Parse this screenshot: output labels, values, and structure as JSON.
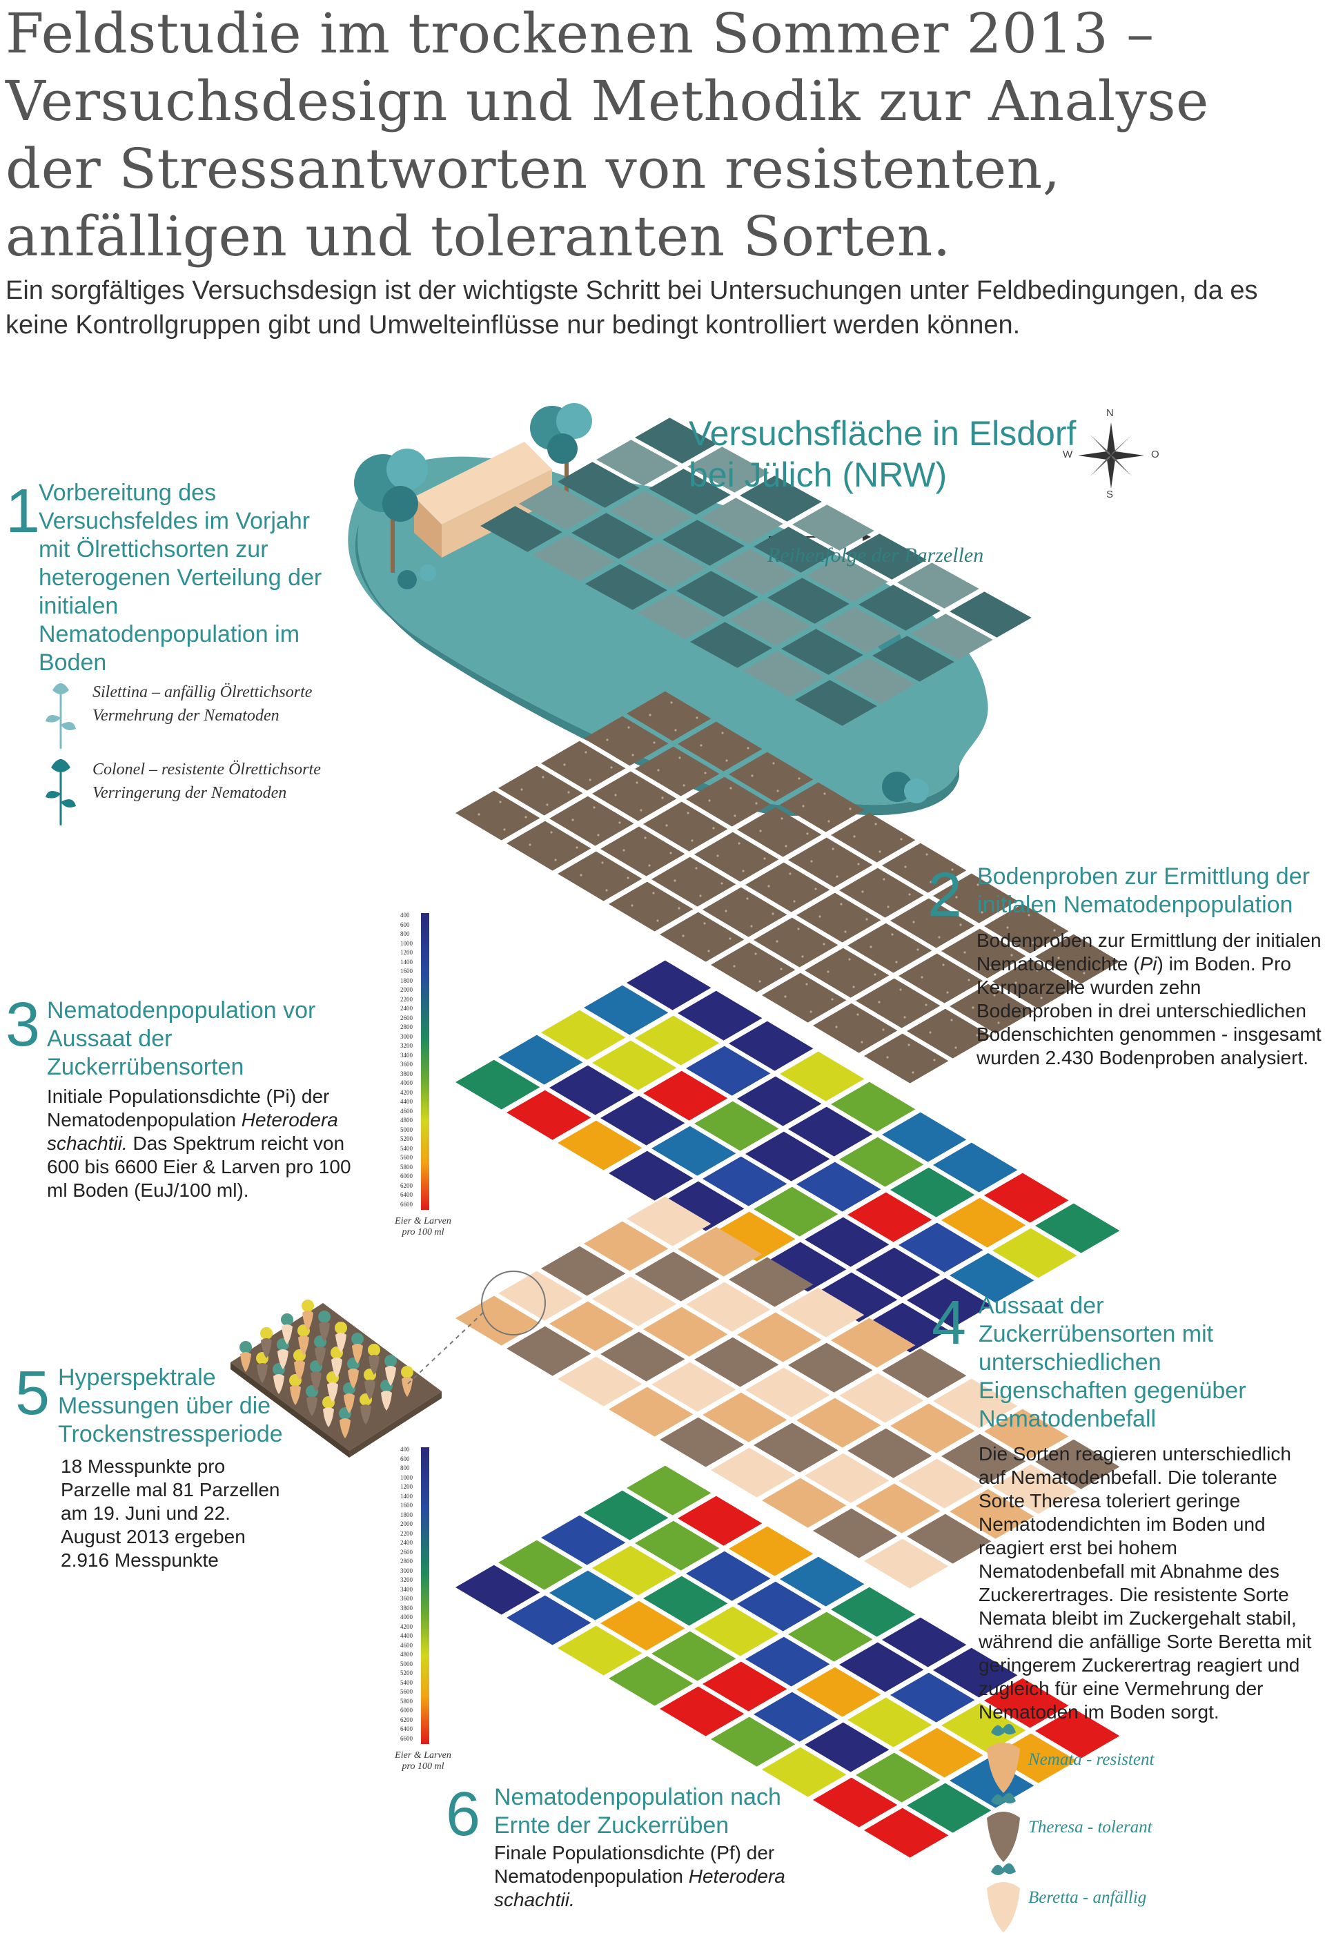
{
  "header": {
    "title": "Feldstudie im trockenen Sommer 2013 – Versuchsdesign und Methodik zur Analyse der Stressantworten von resistenten, anfälligen und toleranten Sorten.",
    "intro": "Ein sorgfältiges Versuchsdesign ist der wichtigste Schritt bei Untersuchungen unter Feldbedingungen, da es keine Kontrollgruppen gibt und Umwelteinflüsse nur bedingt kontrolliert werden können."
  },
  "site": {
    "location": "Versuchsfläche in Elsdorf bei Jülich (NRW)",
    "order_label": "Reihenfolge der Parzellen",
    "compass": {
      "n": "N",
      "s": "S",
      "w": "W",
      "o": "O"
    }
  },
  "steps": [
    {
      "number": "1",
      "heading": "Vorbereitung des Versuchsfeldes im Vorjahr mit Ölrettichsorten zur heterogenen Verteilung der initialen Nematodenpopulation im Boden"
    },
    {
      "number": "2",
      "heading": "Bodenproben zur Ermittlung der initialen Nematodenpopulation",
      "body_a": "Bodenproben zur Ermittlung der initialen Nematodendichte (",
      "body_em": "Pi",
      "body_b": ") im Boden. Pro Kernparzelle wurden zehn Bodenproben in drei unterschiedlichen Bodenschichten genommen - insgesamt wurden 2.430 Bodenproben analysiert."
    },
    {
      "number": "3",
      "heading": "Nematodenpopulation vor Aussaat der Zuckerrübensorten",
      "body_a": "Initiale Populationsdichte (Pi) der Nematodenpopulation ",
      "body_em": "Heterodera schachtii.",
      "body_b": " Das Spektrum reicht von 600 bis 6600 Eier & Larven pro 100 ml Boden (EuJ/100 ml)."
    },
    {
      "number": "4",
      "heading": "Aussaat der Zuckerrübensorten mit unterschiedlichen Eigenschaften gegenüber Nematodenbefall",
      "body": "Die Sorten reagieren unterschiedlich auf Nematodenbefall. Die tolerante Sorte Theresa toleriert geringe Nematodendichten im Boden und reagiert erst bei hohem Nematodenbefall mit Abnahme des Zuckerertrages. Die resistente Sorte Nemata bleibt im Zuckergehalt stabil, während die anfällige Sorte Beretta mit geringerem Zuckerertrag reagiert und zugleich für eine Vermehrung der Nematoden im Boden sorgt."
    },
    {
      "number": "5",
      "heading": "Hyperspektrale Messungen über die Trockenstressperiode",
      "body": "18 Messpunkte pro Parzelle mal 81 Parzellen am 19. Juni und 22. August 2013 ergeben 2.916 Messpunkte"
    },
    {
      "number": "6",
      "heading": "Nematodenpopulation nach Ernte der Zuckerrüben",
      "body_a": "Finale Populationsdichte (Pf) der Nematodenpopulation ",
      "body_em": "Heterodera schachtii."
    }
  ],
  "radish": [
    {
      "line1": "Silettina – anfällig Ölrettichsorte",
      "line2": "Vermehrung der Nematoden",
      "color": "#7fbcc4"
    },
    {
      "line1": "Colonel – resistente Ölrettichsorte",
      "line2": "Verringerung der Nematoden",
      "color": "#1f7f86"
    }
  ],
  "varieties": [
    {
      "label": "Nemata  - resistent",
      "color": "#e9b27a"
    },
    {
      "label": "Theresa - tolerant",
      "color": "#8a7565"
    },
    {
      "label": "Beretta - anfällig",
      "color": "#f6d8bd"
    }
  ],
  "scale": {
    "label_line1": "Eier & Larven",
    "label_line2": "pro 100 ml",
    "ticks": [
      "400",
      "600",
      "800",
      "1000",
      "1200",
      "1400",
      "1600",
      "1800",
      "2000",
      "2200",
      "2400",
      "2600",
      "2800",
      "3000",
      "3200",
      "3400",
      "3600",
      "3800",
      "4000",
      "4200",
      "4400",
      "4600",
      "4800",
      "5000",
      "5200",
      "5400",
      "5600",
      "5800",
      "6000",
      "6200",
      "6400",
      "6600"
    ]
  },
  "colors": {
    "accent": "#2f8f91",
    "island": "#5fa8a9",
    "soil": "#776351",
    "plot_dark": "#3f6d6f",
    "plot_light": "#7a9a99"
  }
}
